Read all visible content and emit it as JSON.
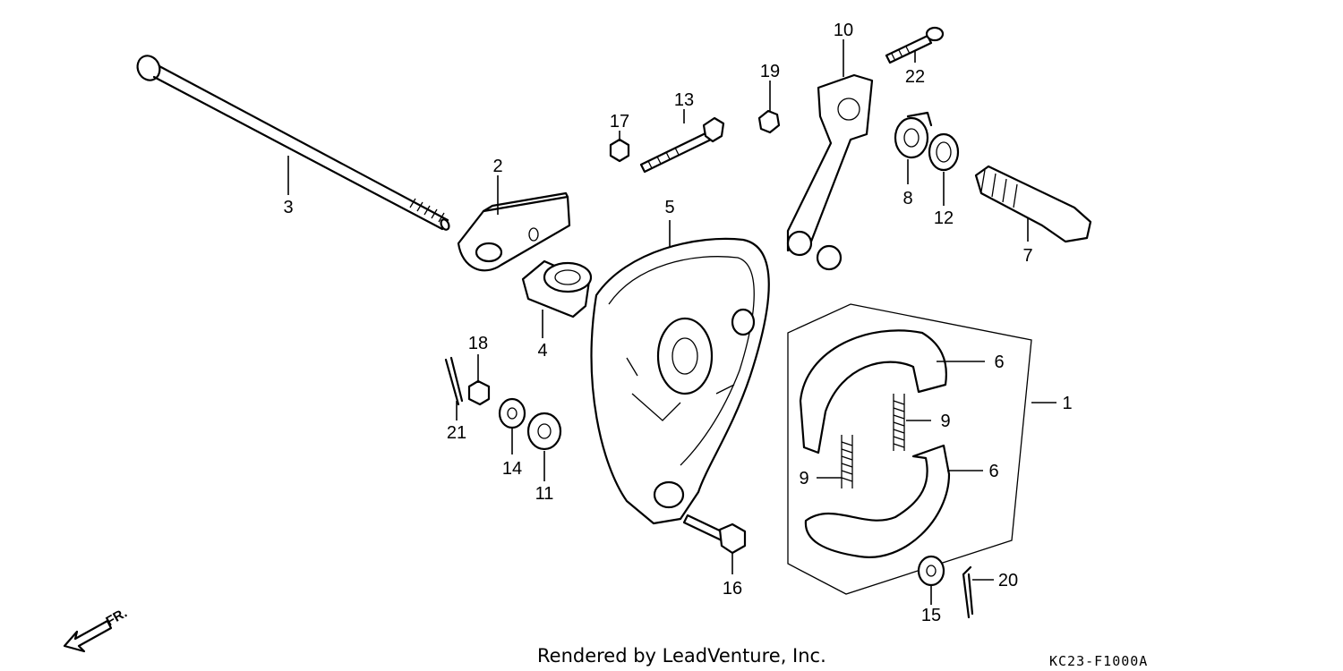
{
  "callouts": {
    "c1": "1",
    "c2": "2",
    "c3": "3",
    "c4": "4",
    "c5": "5",
    "c6a": "6",
    "c6b": "6",
    "c7": "7",
    "c8": "8",
    "c9a": "9",
    "c9b": "9",
    "c10": "10",
    "c11": "11",
    "c12": "12",
    "c13": "13",
    "c14": "14",
    "c15": "15",
    "c16": "16",
    "c17": "17",
    "c18": "18",
    "c19": "19",
    "c20": "20",
    "c21": "21",
    "c22": "22"
  },
  "direction_label": "FR.",
  "footer": {
    "credit": "Rendered by LeadVenture, Inc.",
    "diagram_code": "KC23-F1000A"
  }
}
